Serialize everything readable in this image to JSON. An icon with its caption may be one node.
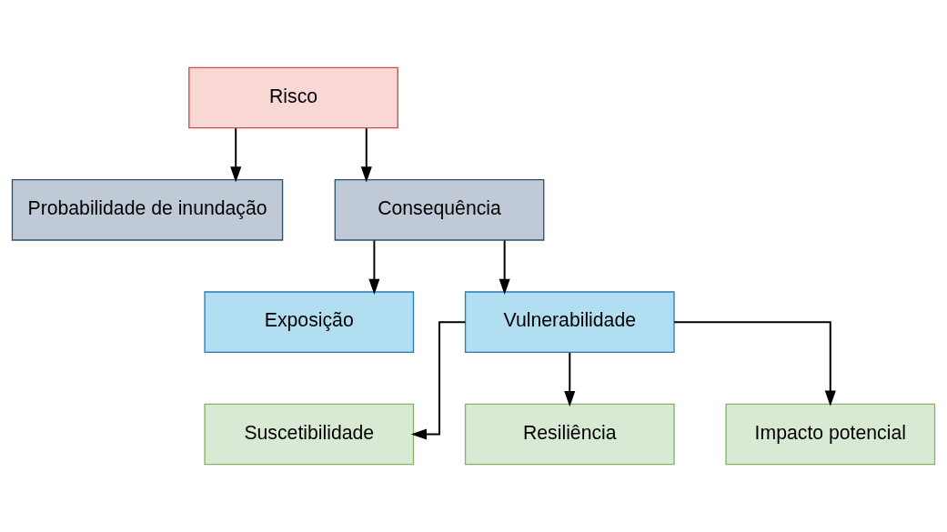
{
  "diagram": {
    "nodes": [
      {
        "text": [
          "Risco"
        ]
      },
      {
        "text": [
          "Probabilidade de inundação"
        ]
      },
      {
        "text": [
          "Consequência"
        ]
      },
      {
        "text": [
          "Exposição"
        ]
      },
      {
        "text": [
          "Vulnerabilidade"
        ]
      },
      {
        "text": [
          "Suscetibilidade"
        ]
      },
      {
        "text": [
          "Resiliência"
        ]
      },
      {
        "text": [
          "Impacto potencial"
        ]
      }
    ],
    "edges": [
      {
        "from": 0,
        "to": 1,
        "arrow": "to"
      },
      {
        "from": 0,
        "to": 2,
        "arrow": "to"
      },
      {
        "from": 2,
        "to": 3,
        "arrow": "to"
      },
      {
        "from": 2,
        "to": 4,
        "arrow": "to"
      },
      {
        "from": 4,
        "to": 5,
        "arrow": "to"
      },
      {
        "from": 4,
        "to": 6,
        "arrow": "to"
      },
      {
        "from": 4,
        "to": 7,
        "arrow": "to"
      }
    ]
  }
}
